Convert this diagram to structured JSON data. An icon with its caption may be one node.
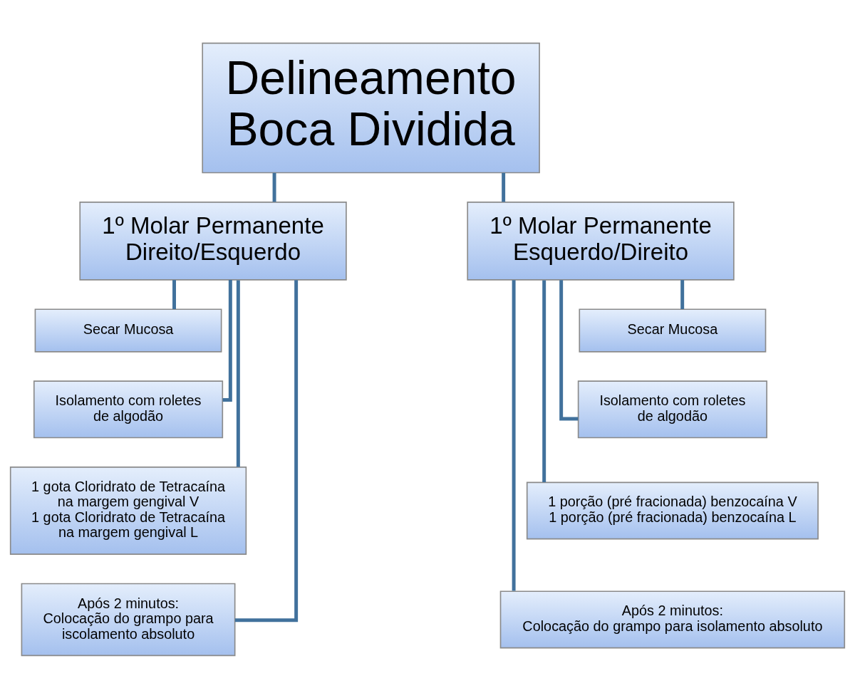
{
  "diagram": {
    "nodes": [
      {
        "text": [
          "Delineamento Boca Dividida"
        ]
      },
      {
        "text": [
          "1º Molar Permanente Direito/Esquerdo"
        ]
      },
      {
        "text": [
          "1º Molar Permanente Esquerdo/Direito"
        ]
      },
      {
        "text": [
          "Secar Mucosa"
        ]
      },
      {
        "text": [
          "Isolamento com roletes de algodão"
        ]
      },
      {
        "text": [
          "1 gota Cloridrato de Tetracaína na margem gengival V",
          "1 gota Cloridrato de Tetracaína na margem gengival L"
        ]
      },
      {
        "text": [
          "Após 2 minutos:",
          "Colocação do grampo para iscolamento absoluto"
        ]
      },
      {
        "text": [
          "Secar Mucosa"
        ]
      },
      {
        "text": [
          "Isolamento com roletes de algodão"
        ]
      },
      {
        "text": [
          "1 porção (pré fracionada) benzocaína V",
          "1 porção (pré fracionada) benzocaína L"
        ]
      },
      {
        "text": [
          "Após 2 minutos:",
          "Colocação do grampo para isolamento absoluto"
        ]
      }
    ],
    "edges": [
      {
        "from": 0,
        "to": 1,
        "arrow": "none"
      },
      {
        "from": 0,
        "to": 2,
        "arrow": "none"
      },
      {
        "from": 1,
        "to": 3,
        "arrow": "none"
      },
      {
        "from": 1,
        "to": 4,
        "arrow": "none"
      },
      {
        "from": 1,
        "to": 5,
        "arrow": "none"
      },
      {
        "from": 1,
        "to": 6,
        "arrow": "none"
      },
      {
        "from": 2,
        "to": 7,
        "arrow": "none"
      },
      {
        "from": 2,
        "to": 8,
        "arrow": "none"
      },
      {
        "from": 2,
        "to": 9,
        "arrow": "none"
      },
      {
        "from": 2,
        "to": 10,
        "arrow": "none"
      }
    ]
  }
}
